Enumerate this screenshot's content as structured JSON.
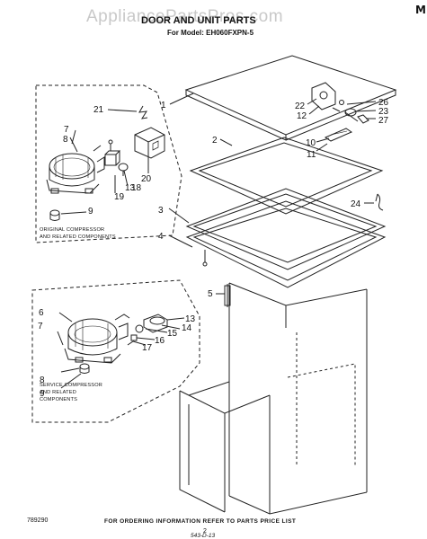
{
  "header": {
    "watermark": "AppliancePartsPros.com",
    "title": "DOOR AND UNIT PARTS",
    "model_line": "For Model: EH060FXPN-5",
    "corner_mark": "M"
  },
  "boxes": {
    "original": {
      "line1": "ORIGINAL COMPRESSOR",
      "line2": "AND RELATED COMPONENTS"
    },
    "service": {
      "line1": "SERVICE COMPRESSOR",
      "line2": "AND RELATED",
      "line3": "COMPONENTS"
    }
  },
  "callouts": [
    "1",
    "2",
    "3",
    "4",
    "5",
    "6",
    "7",
    "8",
    "9",
    "10",
    "11",
    "12",
    "13",
    "14",
    "15",
    "16",
    "17",
    "18",
    "19",
    "20",
    "21",
    "22",
    "23",
    "24",
    "26",
    "27"
  ],
  "footer": {
    "ordering_note": "FOR ORDERING INFORMATION REFER TO PARTS PRICE LIST",
    "left_code": "789290",
    "page_number": "2",
    "bottom_code": "543-D-13"
  }
}
